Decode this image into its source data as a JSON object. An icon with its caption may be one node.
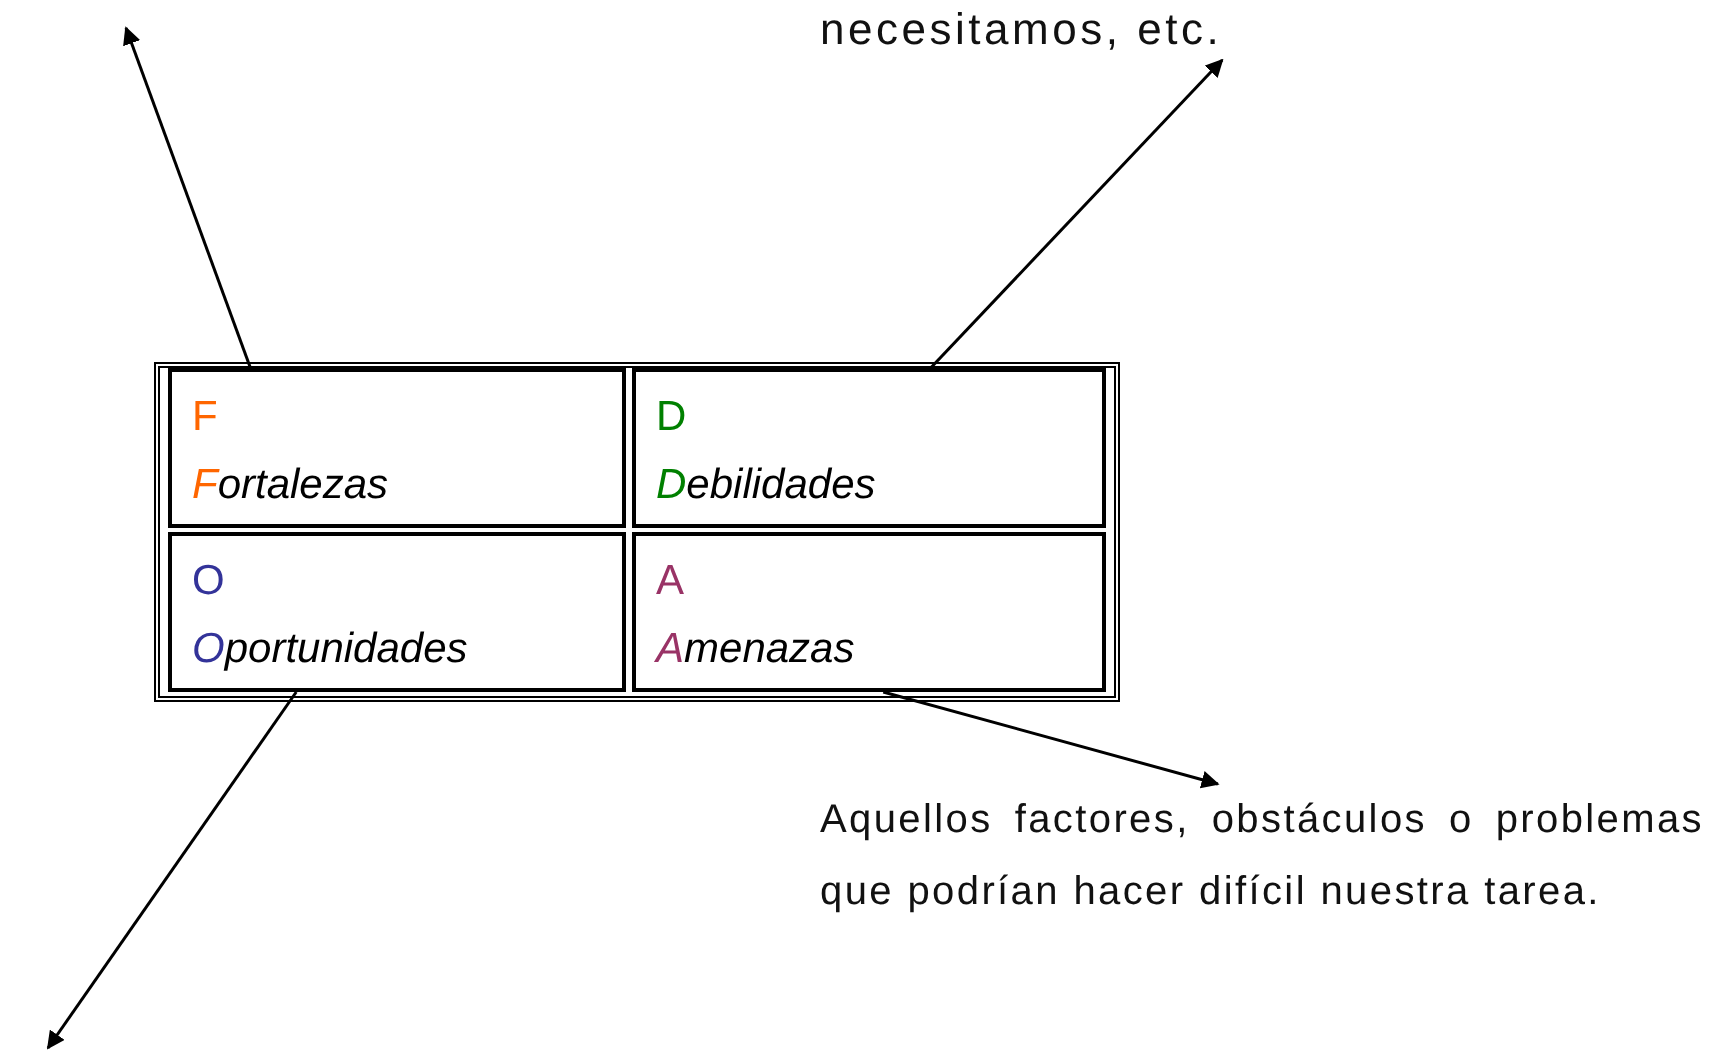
{
  "diagram": {
    "nodes": [
      {
        "text": [
          "F",
          "Fortalezas"
        ]
      },
      {
        "text": [
          "D",
          "Debilidades"
        ]
      },
      {
        "text": [
          "O",
          "Oportunidades"
        ]
      },
      {
        "text": [
          "A",
          "Amenazas"
        ]
      },
      {
        "text": [
          "necesitamos, etc."
        ]
      },
      {
        "text": [
          "Aquellos factores, obstáculos o problemas que podrían hacer difícil nuestra tarea."
        ]
      }
    ],
    "edges": [
      {
        "from": 0,
        "to": null,
        "arrow": "to"
      },
      {
        "from": 1,
        "to": 4,
        "arrow": "to"
      },
      {
        "from": 2,
        "to": null,
        "arrow": "to"
      },
      {
        "from": 3,
        "to": 5,
        "arrow": "to"
      }
    ]
  }
}
